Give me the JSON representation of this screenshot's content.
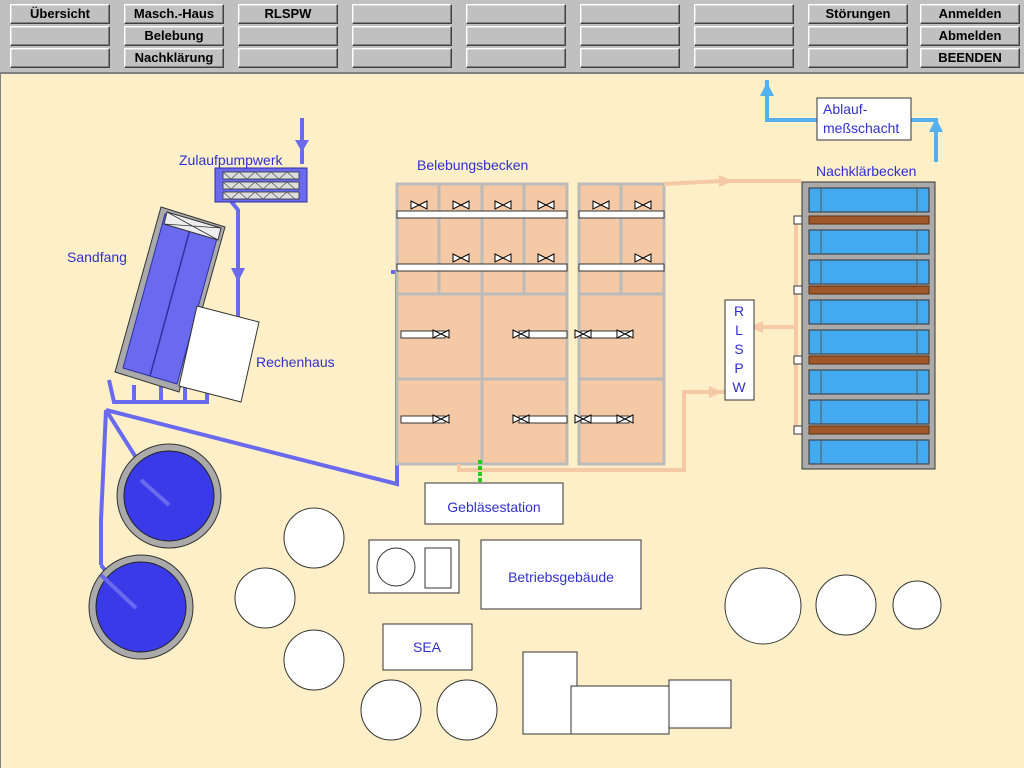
{
  "toolbar": {
    "col1": [
      "Übersicht",
      "",
      ""
    ],
    "col2": [
      "Masch.-Haus",
      "Belebung",
      "Nachklärung"
    ],
    "col3": [
      "RLSPW",
      "",
      ""
    ],
    "col4": [
      "",
      "",
      ""
    ],
    "col5": [
      "",
      "",
      ""
    ],
    "col6": [
      "",
      "",
      ""
    ],
    "col7": [
      "",
      "",
      ""
    ],
    "col8": [
      "Störungen",
      "",
      ""
    ],
    "col9": [
      "Anmelden",
      "Abmelden",
      "BEENDEN"
    ]
  },
  "labels": {
    "zulauf": "Zulaufpumpwerk",
    "sandfang": "Sandfang",
    "rechenhaus": "Rechenhaus",
    "belebungsbecken": "Belebungsbecken",
    "nachklaerbecken": "Nachklärbecken",
    "ablauf_line1": "Ablauf-",
    "ablauf_line2": "meßschacht",
    "rlspw": [
      "R",
      "L",
      "S",
      "P",
      "W"
    ],
    "geblaese": "Gebläsestation",
    "betrieb": "Betriebsgebäude",
    "sea": "SEA"
  },
  "colors": {
    "background": "#fdf0c8",
    "toolbar": "#c0c0c0",
    "inflow_blue": "#6a6aef",
    "outflow_light_blue": "#55b0ee",
    "sludge_peach": "#f5c9a6",
    "tank_blue": "#44aaf0",
    "air_green": "#22cc22"
  }
}
